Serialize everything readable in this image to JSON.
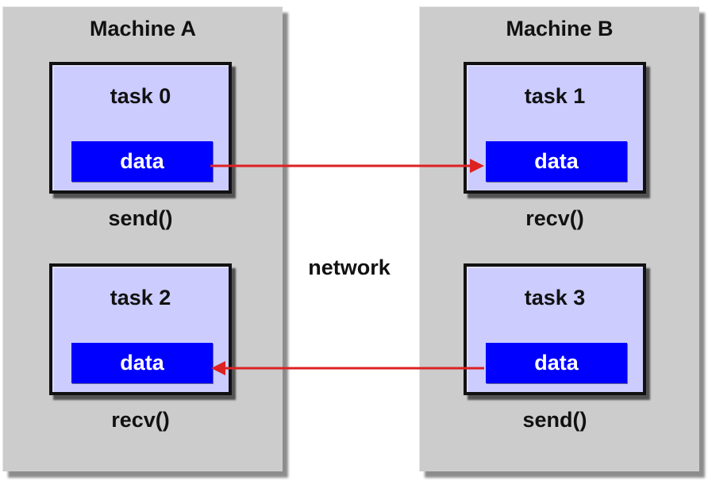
{
  "colors": {
    "machine_bg": "#cccccc",
    "task_bg": "#ccccff",
    "data_bg": "#0000ff",
    "arrow": "#dd2222"
  },
  "machines": [
    {
      "title": "Machine A",
      "tasks": [
        {
          "title": "task 0",
          "data_label": "data",
          "call": "send()"
        },
        {
          "title": "task 2",
          "data_label": "data",
          "call": "recv()"
        }
      ]
    },
    {
      "title": "Machine B",
      "tasks": [
        {
          "title": "task 1",
          "data_label": "data",
          "call": "recv()"
        },
        {
          "title": "task 3",
          "data_label": "data",
          "call": "send()"
        }
      ]
    }
  ],
  "network_label": "network",
  "messages": [
    {
      "from": "task 0",
      "to": "task 1"
    },
    {
      "from": "task 3",
      "to": "task 2"
    }
  ]
}
